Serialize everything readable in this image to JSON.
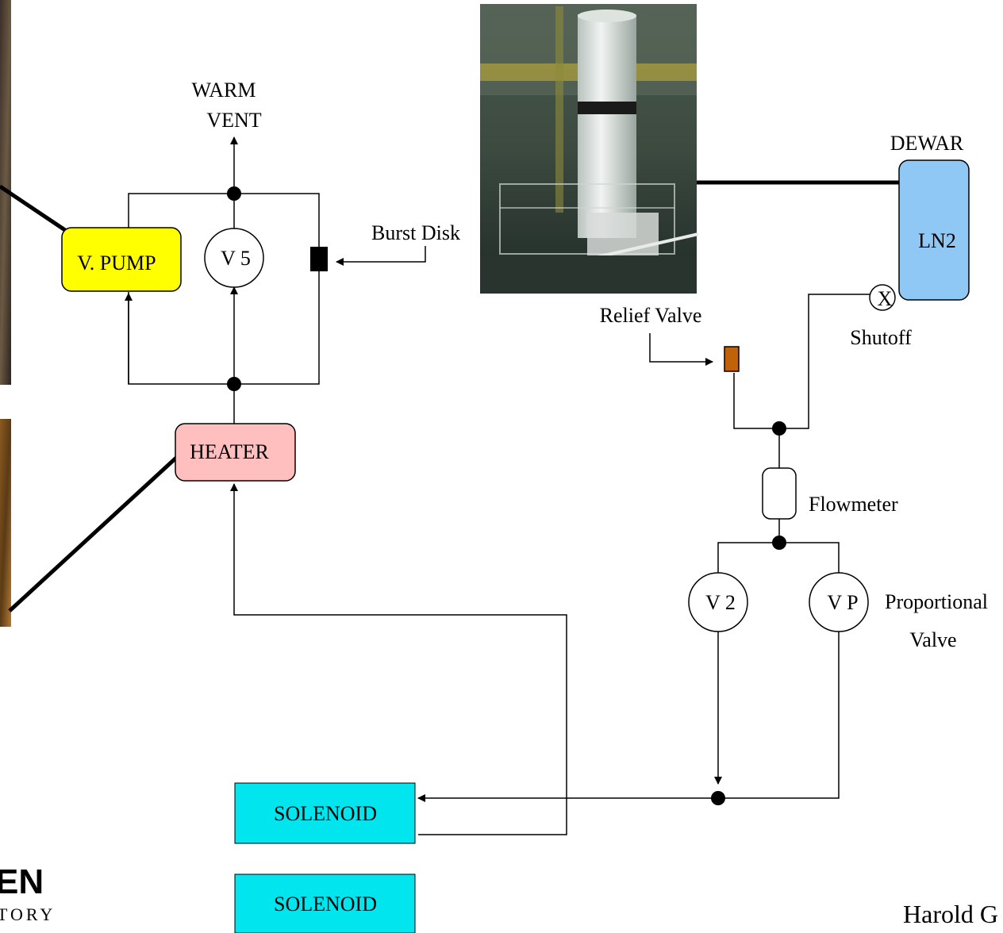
{
  "labels": {
    "warm_vent_line1": "WARM",
    "warm_vent_line2": "VENT",
    "burst_disk": "Burst Disk",
    "v_pump": "V. PUMP",
    "v5": "V 5",
    "heater": "HEATER",
    "dewar": "DEWAR",
    "ln2": "LN2",
    "shutoff_symbol": "X",
    "shutoff": "Shutoff",
    "relief_valve": "Relief Valve",
    "flowmeter": "Flowmeter",
    "v2": "V 2",
    "vp": "V P",
    "proportional_line1": "Proportional",
    "proportional_line2": "Valve",
    "solenoid_1": "SOLENOID",
    "solenoid_2": "SOLENOID",
    "logo_line1": "EN",
    "logo_line2": "TORY",
    "author_partial": "Harold G"
  },
  "colors": {
    "v_pump": "#ffff00",
    "heater": "#ffbfbf",
    "dewar": "#8fc8f4",
    "relief_valve": "#c0620a",
    "solenoid": "#00e5ee",
    "burst_disk": "#000000"
  }
}
